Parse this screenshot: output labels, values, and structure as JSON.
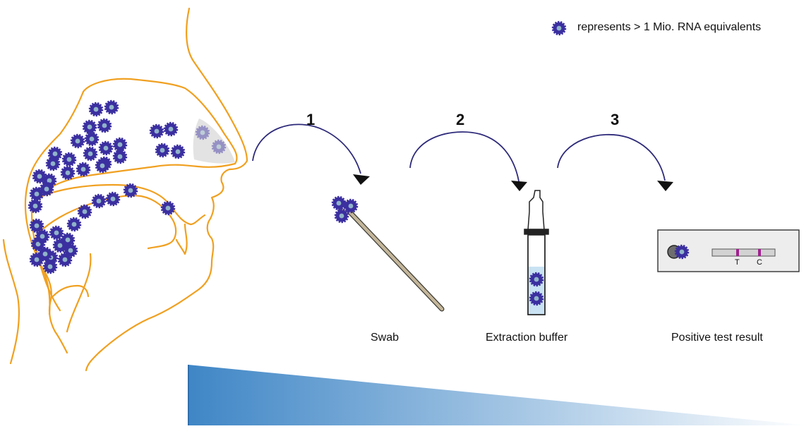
{
  "legend": {
    "text": "represents > 1 Mio. RNA equivalents",
    "icon": "virus-particle-icon"
  },
  "steps": [
    {
      "number": "1"
    },
    {
      "number": "2"
    },
    {
      "number": "3"
    }
  ],
  "captions": {
    "swab": "Swab",
    "buffer": "Extraction buffer",
    "result": "Positive test result"
  },
  "cassette": {
    "test_line_label": "T",
    "control_line_label": "C"
  },
  "colors": {
    "anatomy_outline": "#F0A020",
    "virus_body": "#3B2FA0",
    "virus_core": "#8FB3C8",
    "arrow": "#2E2A7A",
    "test_line": "#A0208F",
    "gradient_start": "#3F86C6",
    "gradient_end": "#FFFFFF"
  },
  "virus_counts": {
    "nasopharynx": 28,
    "nostril_faded": 2,
    "oral_cavity": 16,
    "swab_tip": 3,
    "extraction_buffer": 2,
    "test_sample_well": 1
  }
}
